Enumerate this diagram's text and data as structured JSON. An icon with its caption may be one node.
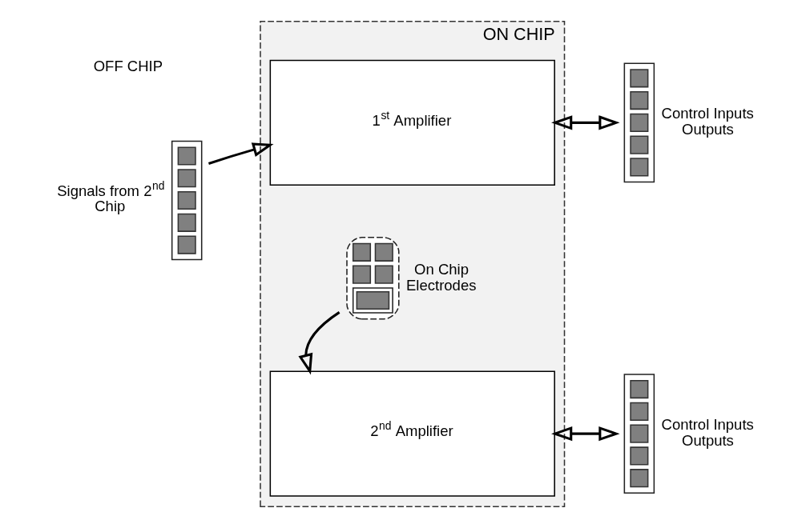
{
  "diagram": {
    "nodes": [
      {
        "text": [
          "ON CHIP"
        ]
      },
      {
        "text": [],
        "shape": "box",
        "beside": [
          "Signals from 2$^{nd}$ Chip"
        ]
      },
      {
        "text": [
          "1$^{st}$ Amplifier"
        ],
        "in": 0
      },
      {
        "text": [],
        "shape": "box",
        "beside": [
          "Control Inputs Outputs"
        ]
      },
      {
        "text": [],
        "shape": "box",
        "in": 0,
        "beside": [
          "On Chip Electrodes"
        ]
      },
      {
        "text": [
          "2$^{nd}$ Amplifier"
        ],
        "in": 0
      },
      {
        "text": [],
        "shape": "box",
        "beside": [
          "Control Inputs Outputs"
        ]
      }
    ],
    "edges": [
      {
        "from": 1,
        "to": 2,
        "arrow": "to"
      },
      {
        "from": 2,
        "to": 3,
        "arrow": "both"
      },
      {
        "from": 4,
        "to": 5,
        "arrow": "to"
      },
      {
        "from": 5,
        "to": 6,
        "arrow": "both"
      }
    ],
    "labels": [
      "OFF CHIP"
    ]
  }
}
